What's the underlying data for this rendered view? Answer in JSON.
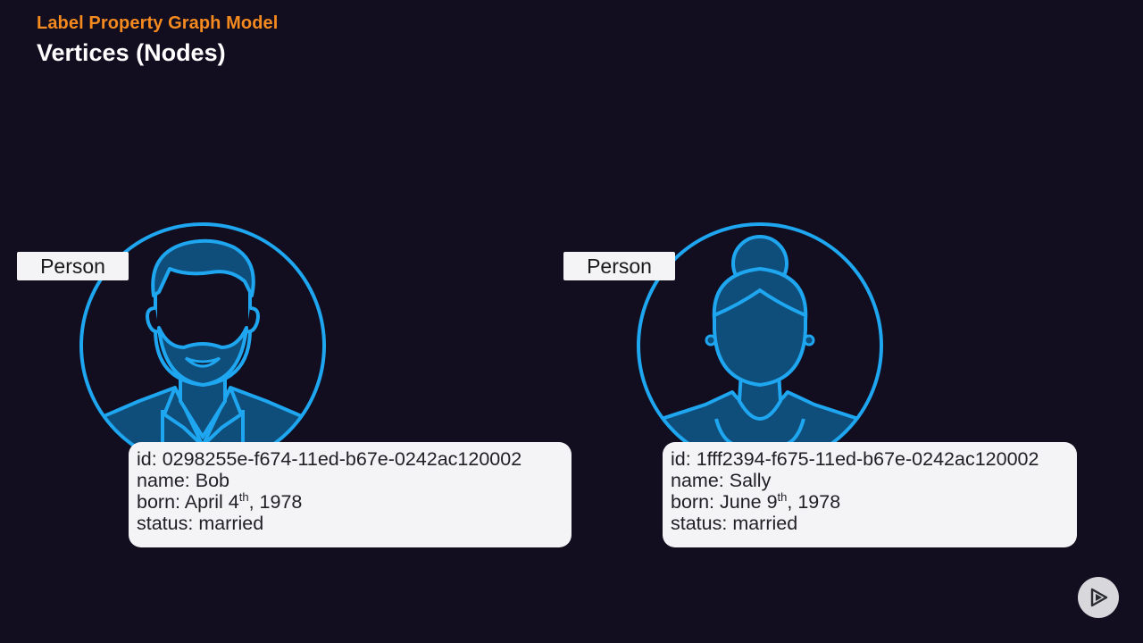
{
  "header": {
    "subtitle": "Label Property Graph Model",
    "title": "Vertices (Nodes)"
  },
  "vertices": [
    {
      "label": "Person",
      "avatar_icon": "man-avatar-icon",
      "properties": {
        "id_key": "id: ",
        "id_value": "0298255e-f674-11ed-b67e-0242ac120002",
        "name_key": "name: ",
        "name_value": "Bob",
        "born_key": "born: ",
        "born_day": "April 4",
        "born_suffix": "th",
        "born_year": ", 1978",
        "status_key": "status: ",
        "status_value": "married"
      }
    },
    {
      "label": "Person",
      "avatar_icon": "woman-avatar-icon",
      "properties": {
        "id_key": "id: ",
        "id_value": "1fff2394-f675-11ed-b67e-0242ac120002",
        "name_key": "name: ",
        "name_value": "Sally",
        "born_key": "born: ",
        "born_day": "June 9",
        "born_suffix": "th",
        "born_year": ", 1978",
        "status_key": "status: ",
        "status_value": "married"
      }
    }
  ],
  "colors": {
    "background": "#120d1f",
    "accent_orange": "#f58a1f",
    "avatar_stroke": "#1ea7f0",
    "avatar_fill": "#0f4d7a",
    "card_bg": "#f4f4f6"
  },
  "controls": {
    "play_icon": "play-icon"
  }
}
